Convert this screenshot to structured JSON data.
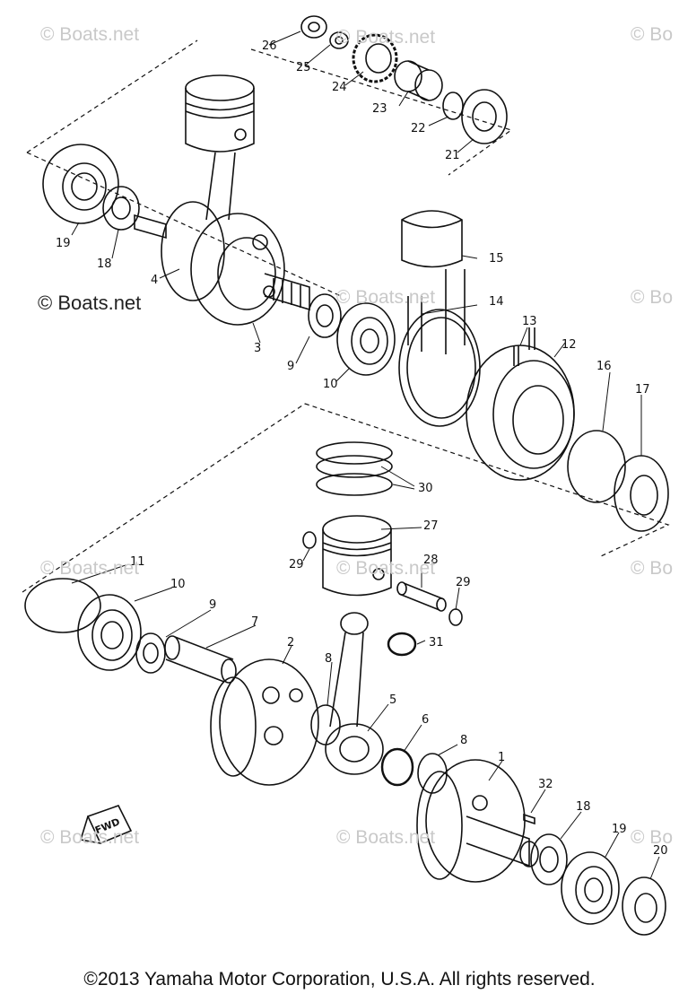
{
  "watermarks": {
    "light": [
      "© Boats.net",
      "© Boats.net",
      "© Bo",
      "© Boats.net",
      "© Bo",
      "© Boats.net",
      "© Boats.net",
      "© Bo",
      "© Boats.net",
      "© Boats.net",
      "© Bo"
    ],
    "dark": "© Boats.net"
  },
  "fwd_label": "FWD",
  "callouts": [
    "1",
    "2",
    "3",
    "4",
    "5",
    "6",
    "7",
    "8",
    "8",
    "9",
    "9",
    "10",
    "10",
    "11",
    "12",
    "13",
    "14",
    "15",
    "16",
    "17",
    "18",
    "18",
    "19",
    "19",
    "20",
    "21",
    "22",
    "23",
    "24",
    "25",
    "26",
    "27",
    "28",
    "29",
    "29",
    "30",
    "31",
    "32"
  ],
  "copyright": "©2013 Yamaha Motor Corporation, U.S.A. All rights reserved."
}
